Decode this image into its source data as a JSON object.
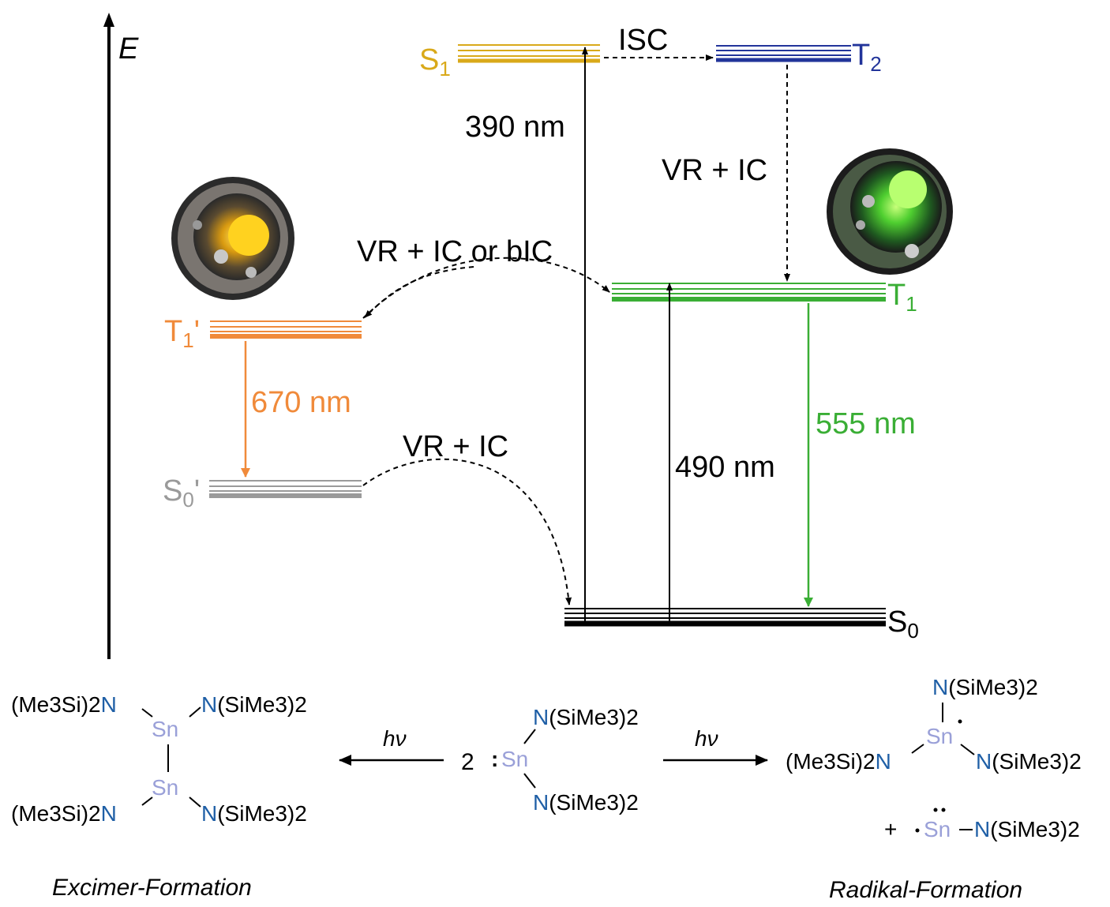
{
  "colors": {
    "black": "#000000",
    "s1": "#d9a91a",
    "t2": "#22349a",
    "t1": "#3aae35",
    "t1prime": "#f08a3a",
    "s0prime": "#9a9a9a",
    "nitrogen": "#1f5fa6",
    "tin": "#9aa0d8"
  },
  "axis": {
    "label": "E"
  },
  "levels": {
    "s1": {
      "main": "S",
      "sub": "1"
    },
    "t2": {
      "main": "T",
      "sub": "2"
    },
    "t1": {
      "main": "T",
      "sub": "1"
    },
    "t1prime": {
      "main": "T",
      "sub": "1",
      "suffix": "'"
    },
    "s0prime": {
      "main": "S",
      "sub": "0",
      "suffix": "'"
    },
    "s0": {
      "main": "S",
      "sub": "0"
    }
  },
  "transitions": {
    "isc": "ISC",
    "abs390": "390 nm",
    "vric_t2": "VR + IC",
    "vric_bic": "VR + IC or bIC",
    "em670": "670 nm",
    "vric_s0": "VR + IC",
    "abs490": "490 nm",
    "em555": "555 nm"
  },
  "photos": {
    "orange": {
      "icon": "orange-luminescent-cuvette-photo"
    },
    "green": {
      "icon": "green-luminescent-cuvette-photo"
    }
  },
  "scheme": {
    "hv": "hν",
    "coefficient": "2",
    "plus": "+",
    "sn": "Sn",
    "n": "N",
    "sime3_2": "(SiMe3)2",
    "me3si_2": "(Me3Si)2",
    "excimer_caption": "Excimer-Formation",
    "radical_caption": "Radikal-Formation"
  }
}
